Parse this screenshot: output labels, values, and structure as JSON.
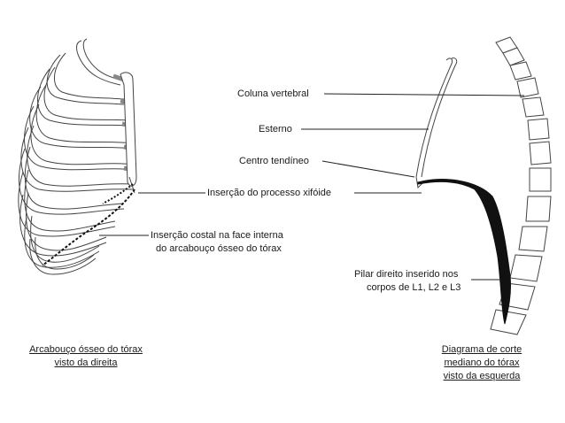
{
  "labels": {
    "coluna": "Coluna vertebral",
    "esterno": "Esterno",
    "centro": "Centro tendíneo",
    "xifoide": "Inserção do processo xifóide",
    "costal_1": "Inserção costal na face interna",
    "costal_2": "do arcabouço ósseo do tórax",
    "pilar_1": "Pilar direito inserido nos",
    "pilar_2": "corpos de L1, L2 e L3"
  },
  "captions": {
    "left_1": "Arcabouço ósseo do tórax",
    "left_2": "visto da direita",
    "right_1": "Diagrama de corte",
    "right_2": "mediano do tórax",
    "right_3": "visto da esquerda"
  }
}
